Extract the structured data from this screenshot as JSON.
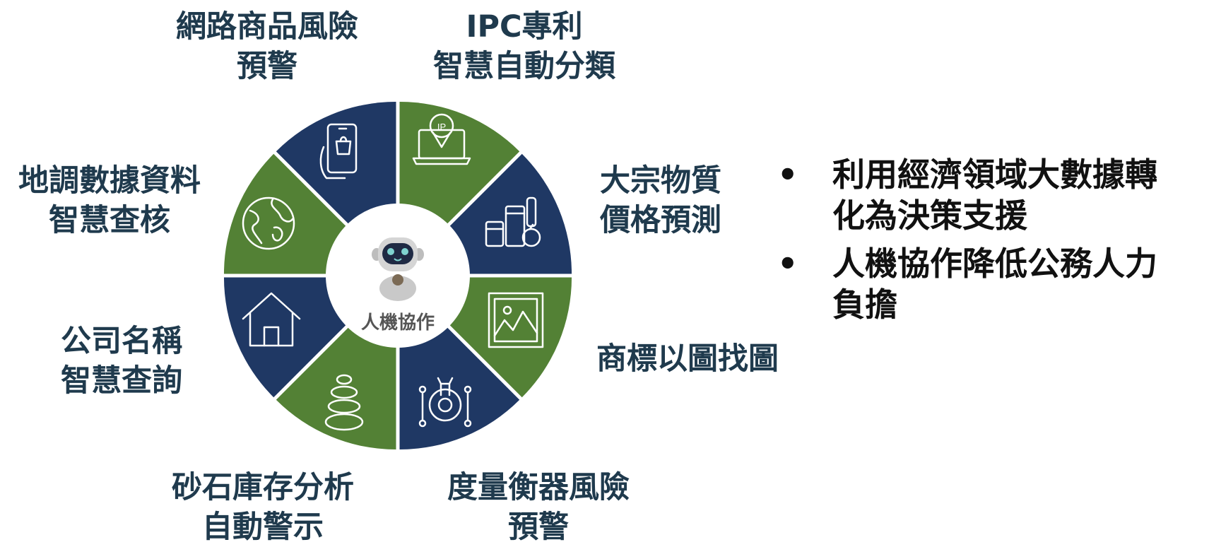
{
  "center": {
    "label": "人機協作"
  },
  "colors": {
    "navy": "#1f3864",
    "green": "#538135",
    "text": "#1f3a4d"
  },
  "segments": [
    {
      "lines": [
        "IPC專利",
        "智慧自動分類"
      ],
      "color": "green",
      "icon": "ip-laptop-icon"
    },
    {
      "lines": [
        "大宗物質",
        "價格預測"
      ],
      "color": "navy",
      "icon": "groceries-icon"
    },
    {
      "lines": [
        "商標以圖找圖"
      ],
      "color": "green",
      "icon": "image-frame-icon"
    },
    {
      "lines": [
        "度量衡器風險",
        "預警"
      ],
      "color": "navy",
      "icon": "gear-wrench-icon"
    },
    {
      "lines": [
        "砂石庫存分析",
        "自動警示"
      ],
      "color": "green",
      "icon": "stacked-stones-icon"
    },
    {
      "lines": [
        "公司名稱",
        "智慧查詢"
      ],
      "color": "navy",
      "icon": "house-icon"
    },
    {
      "lines": [
        "地調數據資料",
        "智慧查核"
      ],
      "color": "green",
      "icon": "globe-icon"
    },
    {
      "lines": [
        "網路商品風險",
        "預警"
      ],
      "color": "navy",
      "icon": "phone-shopping-icon"
    }
  ],
  "bullets": [
    {
      "lines": [
        "利用經濟領域大數據轉",
        "化為決策支援"
      ]
    },
    {
      "lines": [
        "人機協作降低公務人力",
        "負擔"
      ]
    }
  ],
  "bullet_symbol": "•"
}
